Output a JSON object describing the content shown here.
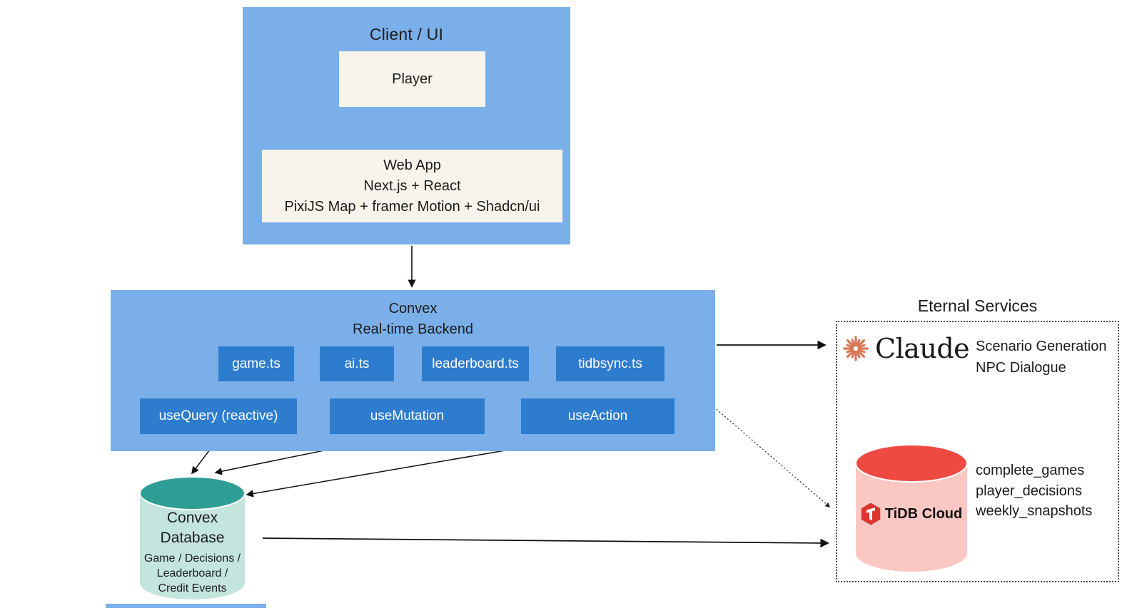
{
  "palette": {
    "light-blue": "#7AAFE9",
    "dark-blue": "#2D7CCE",
    "cream": "#F8F4EB",
    "ink": "#1C1C1E",
    "teal": "#2E9E95",
    "mint": "#C4E5DD",
    "tidb-red": "#EF4A42",
    "tidb-pink": "#FBC7C3",
    "tidb-logo-red": "#DD342C",
    "claude-orange": "#D97757"
  },
  "client_ui": {
    "title": "Client / UI",
    "player_label": "Player",
    "webapp": {
      "line1": "Web App",
      "line2": "Next.js + React",
      "line3": "PixiJS Map + framer Motion + Shadcn/ui"
    }
  },
  "convex_backend": {
    "title_line1": "Convex",
    "title_line2": "Real-time Backend",
    "modules": [
      "game.ts",
      "ai.ts",
      "leaderboard.ts",
      "tidbsync.ts"
    ],
    "hooks": [
      "useQuery (reactive)",
      "useMutation",
      "useAction"
    ]
  },
  "convex_database": {
    "title_line1": "Convex",
    "title_line2": "Database",
    "tables_line1": "Game / Decisions /",
    "tables_line2": "Leaderboard /",
    "tables_line3": "Credit Events"
  },
  "external_services": {
    "title": "Eternal Services",
    "claude": {
      "wordmark": "Claude",
      "service_line1": "Scenario Generation",
      "service_line2": "NPC Dialogue"
    },
    "tidb": {
      "label": "TiDB Cloud",
      "tables": [
        "complete_games",
        "player_decisions",
        "weekly_snapshots"
      ]
    }
  }
}
